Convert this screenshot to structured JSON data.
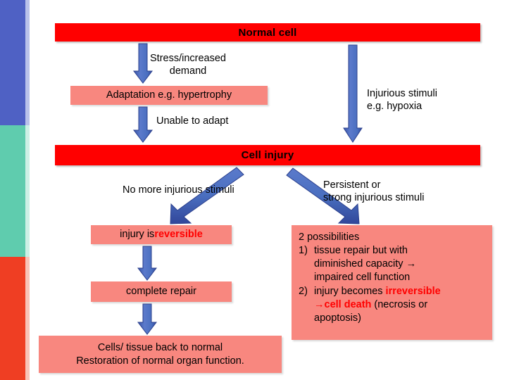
{
  "slide": {
    "title_bar_top": "Normal cell",
    "title_bar_mid": "Cell injury"
  },
  "sidebar": {
    "bands": [
      {
        "name": "blue-band",
        "color": "#4F61C4"
      },
      {
        "name": "teal-band",
        "color": "#5FCCAE"
      },
      {
        "name": "red-band",
        "color": "#EF3E23"
      }
    ]
  },
  "boxes": {
    "adaptation": "Adaptation e.g. hypertrophy",
    "reversible_prefix": "injury is ",
    "reversible_word": "reversible",
    "complete_repair": "complete repair",
    "back_to_normal_line1": "Cells/ tissue back to normal",
    "back_to_normal_line2": "Restoration of normal organ function.",
    "possibilities": {
      "heading": "2 possibilities",
      "item1_num": "1)",
      "item1_line1": "tissue repair but with",
      "item1_line2": "diminished capacity →",
      "item1_line3": "impaired cell function",
      "item2_num": "2)",
      "item2_prefix": "injury becomes ",
      "item2_red1": "irreversible",
      "item2_red2": "→cell death",
      "item2_suffix": " (necrosis or",
      "item2_line3": "apoptosis)"
    }
  },
  "labels": {
    "stress_line1": "Stress/increased",
    "stress_line2": "demand",
    "injurious_line1": "Injurious stimuli",
    "injurious_line2": "e.g. hypoxia",
    "unable_to_adapt": "Unable to adapt",
    "no_more_stimuli": "No more injurious stimuli",
    "persistent_line1": "Persistent or",
    "persistent_line2": "strong injurious stimuli"
  },
  "colors": {
    "bar_red": "#FF0000",
    "box_salmon": "#F8877F",
    "arrow_blue": "#4A6FC0",
    "accent_red_text": "#FF0000"
  }
}
